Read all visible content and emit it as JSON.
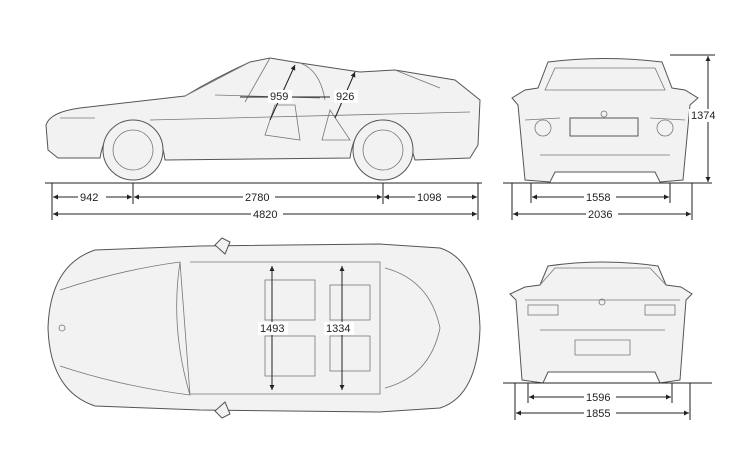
{
  "side_view": {
    "headroom_front": "959",
    "headroom_rear": "926"
  },
  "length_dims": {
    "front_overhang": "942",
    "wheelbase": "2780",
    "rear_overhang": "1098",
    "overall_length": "4820"
  },
  "front_view": {
    "height": "1374",
    "front_track": "1558",
    "width_with_mirrors": "2036"
  },
  "top_view": {
    "front_shoulder_width": "1493",
    "rear_shoulder_width": "1334"
  },
  "rear_view": {
    "rear_track": "1596",
    "width": "1855"
  }
}
